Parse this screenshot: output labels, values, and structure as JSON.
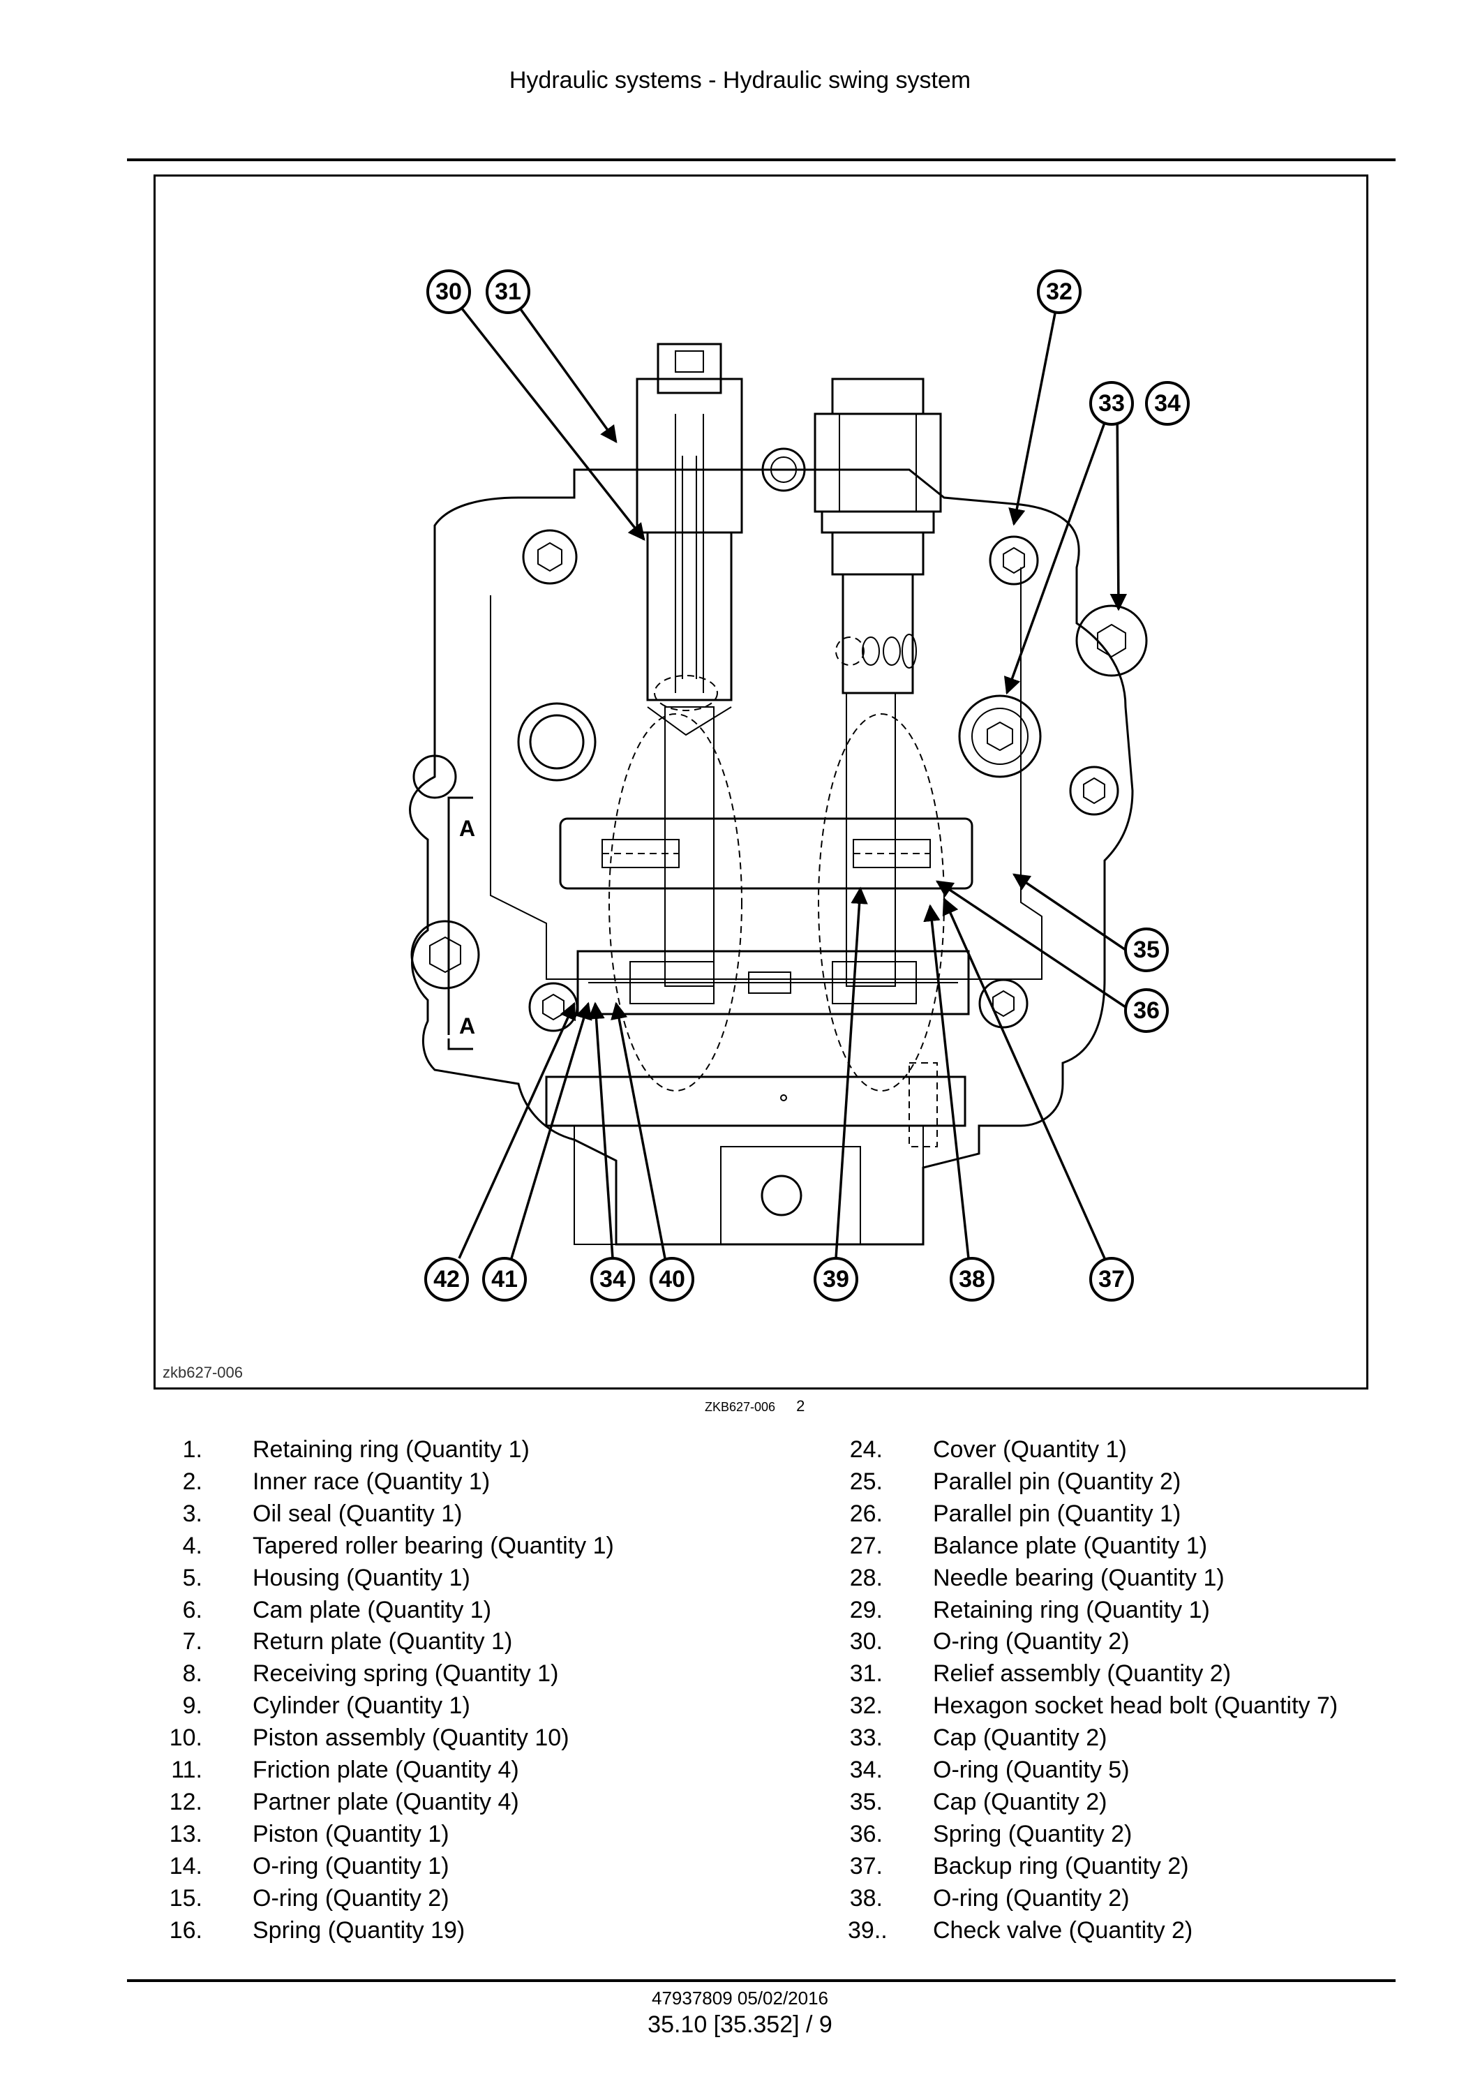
{
  "header": {
    "title": "Hydraulic systems - Hydraulic swing system"
  },
  "figure": {
    "image_id": "zkb627-006",
    "caption_id": "ZKB627-006",
    "caption_number": "2",
    "section_marker": "A",
    "callouts": [
      "30",
      "31",
      "32",
      "33",
      "34",
      "35",
      "36",
      "42",
      "41",
      "34",
      "40",
      "39",
      "38",
      "37"
    ]
  },
  "parts_left": [
    {
      "num": "1.",
      "label": "Retaining ring (Quantity 1)"
    },
    {
      "num": "2.",
      "label": "Inner race (Quantity 1)"
    },
    {
      "num": "3.",
      "label": "Oil seal (Quantity 1)"
    },
    {
      "num": "4.",
      "label": "Tapered roller bearing (Quantity 1)"
    },
    {
      "num": "5.",
      "label": "Housing (Quantity 1)"
    },
    {
      "num": "6.",
      "label": "Cam plate (Quantity 1)"
    },
    {
      "num": "7.",
      "label": "Return plate (Quantity 1)"
    },
    {
      "num": "8.",
      "label": "Receiving spring (Quantity 1)"
    },
    {
      "num": "9.",
      "label": "Cylinder (Quantity 1)"
    },
    {
      "num": "10.",
      "label": "Piston assembly (Quantity 10)"
    },
    {
      "num": "11.",
      "label": "Friction plate (Quantity 4)"
    },
    {
      "num": "12.",
      "label": "Partner plate (Quantity 4)"
    },
    {
      "num": "13.",
      "label": "Piston (Quantity 1)"
    },
    {
      "num": "14.",
      "label": "O-ring (Quantity 1)"
    },
    {
      "num": "15.",
      "label": "O-ring (Quantity 2)"
    },
    {
      "num": "16.",
      "label": "Spring (Quantity 19)"
    }
  ],
  "parts_right": [
    {
      "num": "24.",
      "label": "Cover (Quantity 1)"
    },
    {
      "num": "25.",
      "label": "Parallel pin (Quantity 2)"
    },
    {
      "num": "26.",
      "label": "Parallel pin (Quantity 1)"
    },
    {
      "num": "27.",
      "label": "Balance plate (Quantity 1)"
    },
    {
      "num": "28.",
      "label": "Needle bearing (Quantity 1)"
    },
    {
      "num": "29.",
      "label": "Retaining ring (Quantity 1)"
    },
    {
      "num": "30.",
      "label": "O-ring (Quantity 2)"
    },
    {
      "num": "31.",
      "label": "Relief assembly (Quantity 2)"
    },
    {
      "num": "32.",
      "label": "Hexagon socket head bolt (Quantity 7)"
    },
    {
      "num": "33.",
      "label": "Cap (Quantity 2)"
    },
    {
      "num": "34.",
      "label": "O-ring (Quantity 5)"
    },
    {
      "num": "35.",
      "label": "Cap (Quantity 2)"
    },
    {
      "num": "36.",
      "label": "Spring (Quantity 2)"
    },
    {
      "num": "37.",
      "label": "Backup ring (Quantity 2)"
    },
    {
      "num": "38.",
      "label": "O-ring (Quantity 2)"
    },
    {
      "num": "39..",
      "label": "Check valve (Quantity 2)"
    }
  ],
  "footer": {
    "doc": "47937809 05/02/2016",
    "page": "35.10 [35.352] / 9"
  }
}
